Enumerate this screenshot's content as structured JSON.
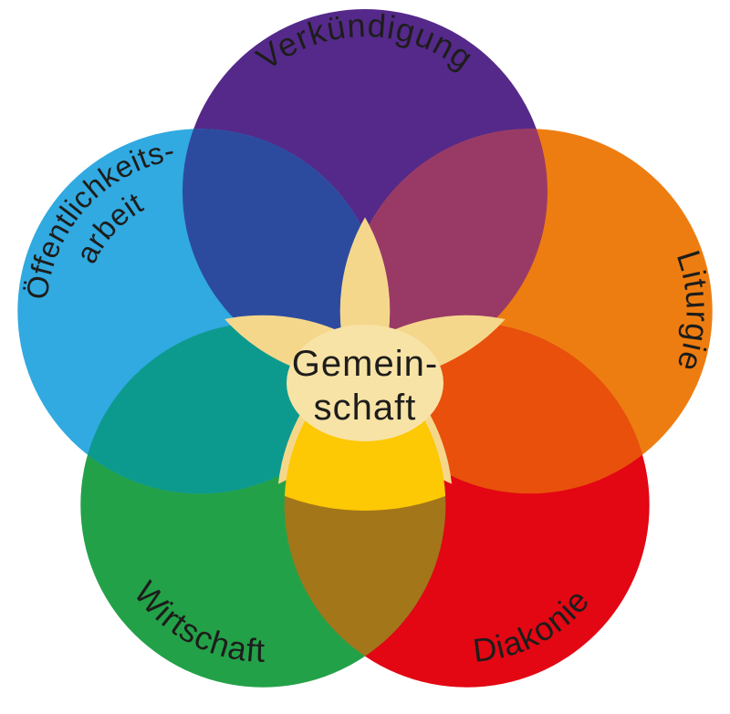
{
  "diagram": {
    "type": "five-circle-venn-flower",
    "center_label": {
      "line1": "Gemein-",
      "line2": "schaft"
    },
    "segments": [
      {
        "id": "verkuendigung",
        "label": "Verkündigung",
        "color": "#55298a"
      },
      {
        "id": "liturgie",
        "label": "Liturgie",
        "color": "#ee7d11"
      },
      {
        "id": "diakonie",
        "label": "Diakonie",
        "color": "#e30613"
      },
      {
        "id": "wirtschaft",
        "label": "Wirtschaft",
        "color": "#23a148"
      },
      {
        "id": "oeffentlichkeitsarbeit",
        "label_line1": "Öffentlichkeits-",
        "label_line2": "arbeit",
        "color": "#31a9e1"
      }
    ],
    "overlaps": {
      "verkuendigung_oeffentlichkeitsarbeit": "#2d4b9e",
      "verkuendigung_liturgie": "#993a66",
      "liturgie_diakonie": "#e8500c",
      "diakonie_wirtschaft": "#a3761a",
      "wirtschaft_oeffentlichkeitsarbeit": "#0c9a8e"
    },
    "center_colors": {
      "petal": "#f5d78c",
      "inner_yellow": "#fdc804",
      "core": "#f8e3a6"
    },
    "text_color": "#1d1d1b"
  }
}
